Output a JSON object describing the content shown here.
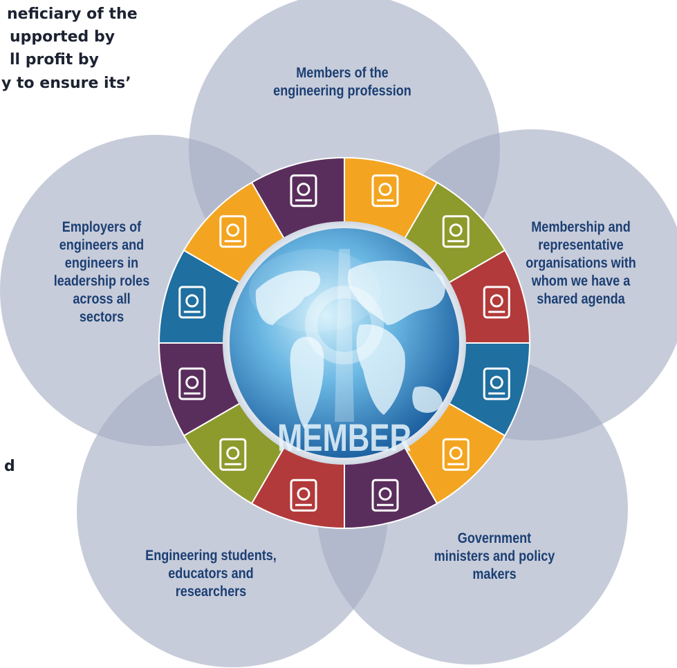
{
  "intro_text_lines": [
    "neficiary of the",
    "upported by",
    "ll profit by",
    "y to ensure its’"
  ],
  "side_fragment": "d",
  "globe": {
    "word": "MEMBER"
  },
  "petals": [
    {
      "id": "engineering-profession",
      "lines": [
        "Members of the",
        "engineering profession"
      ]
    },
    {
      "id": "membership-organisations",
      "lines": [
        "Membership and",
        "representative",
        "organisations with",
        "whom we have a",
        "shared agenda"
      ]
    },
    {
      "id": "government",
      "lines": [
        "Government",
        "ministers and policy",
        "makers"
      ]
    },
    {
      "id": "students",
      "lines": [
        "Engineering students,",
        "educators and",
        "researchers"
      ]
    },
    {
      "id": "employers",
      "lines": [
        "Employers of",
        "engineers and",
        "engineers in",
        "leadership roles",
        "across all",
        "sectors"
      ]
    }
  ],
  "ring_segments": [
    {
      "icon": "crane-icon",
      "color": "#5a2e5c"
    },
    {
      "icon": "calculator-icon",
      "color": "#f3a521"
    },
    {
      "icon": "lab-flask-icon",
      "color": "#8d9a2c"
    },
    {
      "icon": "gears-panel-icon",
      "color": "#b23a3a"
    },
    {
      "icon": "compass-icon",
      "color": "#1f6fa0"
    },
    {
      "icon": "caliper-icon",
      "color": "#f3a521"
    },
    {
      "icon": "ruler-pencil-icon",
      "color": "#5a2e5c"
    },
    {
      "icon": "computer-icon",
      "color": "#b23a3a"
    },
    {
      "icon": "buildings-icon",
      "color": "#8d9a2c"
    },
    {
      "icon": "tablet-blueprint-icon",
      "color": "#5a2e5c"
    },
    {
      "icon": "lightbulb-gear-icon",
      "color": "#1f6fa0"
    },
    {
      "icon": "engineer-worker-icon",
      "color": "#f3a521"
    }
  ],
  "colors": {
    "petal_fill": "#a4adc3",
    "petal_text": "#1b3f73",
    "globe_light": "#b9e3f6",
    "globe_dark": "#1c6fb1"
  }
}
